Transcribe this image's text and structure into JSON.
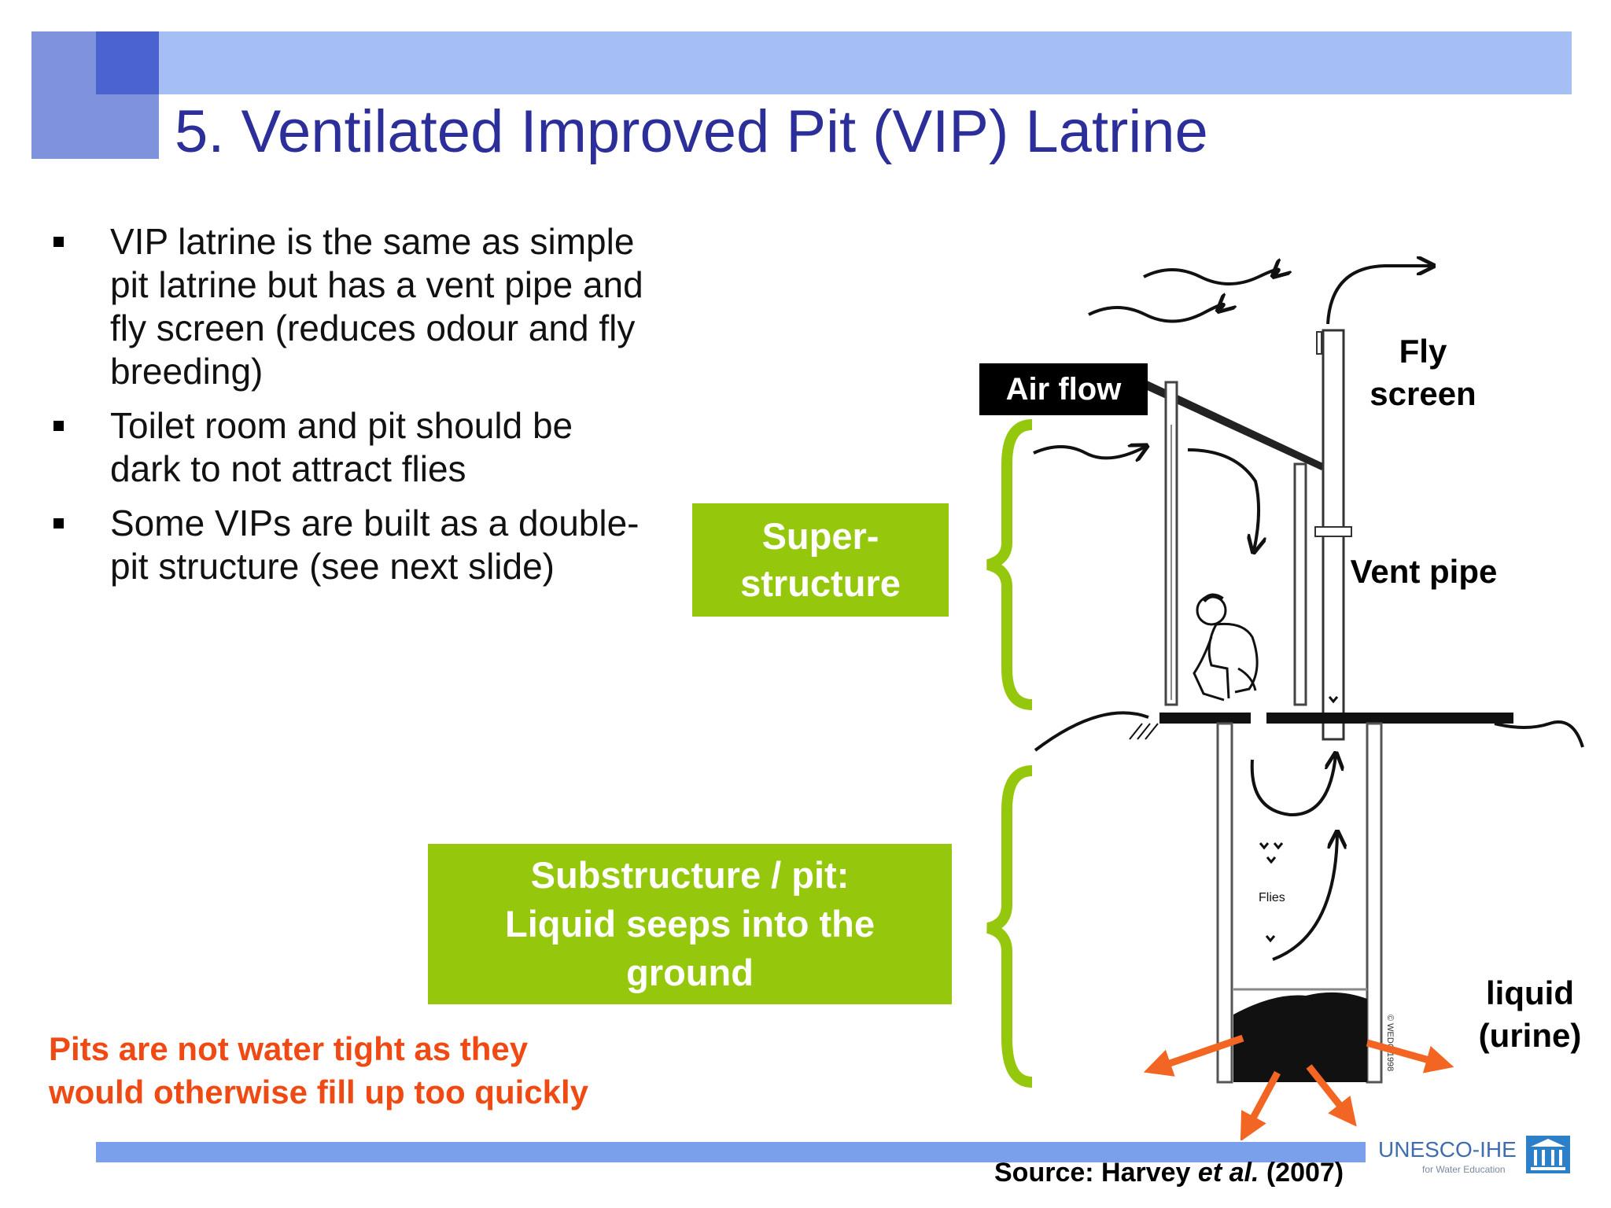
{
  "title": "5. Ventilated Improved Pit (VIP) Latrine",
  "bullets": [
    "VIP latrine is the same as simple pit latrine but has a vent pipe and fly screen (reduces odour and fly breeding)",
    "Toilet room and pit should be dark to not attract flies",
    "Some VIPs are built as a double-pit structure (see next slide)"
  ],
  "warning": "Pits are not water tight as they would otherwise fill up too quickly",
  "labels": {
    "superstructure": "Super-\nstructure",
    "substructure": "Substructure / pit:\nLiquid seeps into the ground",
    "air_flow": "Air flow",
    "fly_screen": "Fly\nscreen",
    "vent_pipe": "Vent pipe",
    "liquid": "liquid\n(urine)",
    "flies": "Flies"
  },
  "source": {
    "prefix": "Source: Harvey ",
    "italic": "et al.",
    "suffix": " (2007)"
  },
  "logo": {
    "name": "UNESCO-IHE",
    "sub": "for Water Education"
  },
  "colors": {
    "title": "#2c2f9a",
    "green": "#95c80c",
    "warning": "#ef4a14",
    "arrow": "#f26522",
    "header": "#a5bff5"
  }
}
